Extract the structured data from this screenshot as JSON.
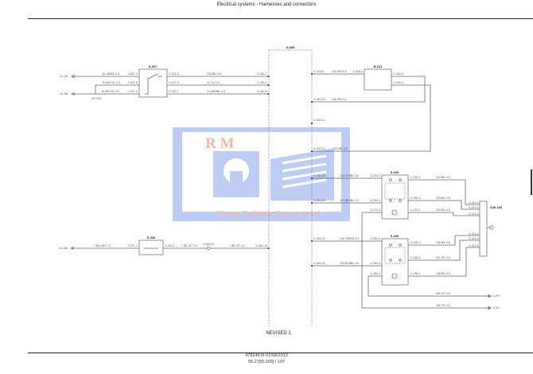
{
  "header": {
    "title": "Electrical systems - Harnesses and connectors"
  },
  "footer": {
    "doc_id": "47824916 07/08/2013",
    "page": "55.2 [55.100] / 107"
  },
  "sheet_note": "NEVISED  1",
  "watermark": {
    "brand": "R M",
    "tagline": "Cheap Reliable Guaranteed",
    "color": "#a9bdf0",
    "accent": "#f0a08a"
  },
  "labels": {
    "x005": "X-005",
    "s007": "S-007",
    "b011": "B-011",
    "s039": "S-039",
    "s040": "S-040",
    "s036": "S-036",
    "x40": "X40-100",
    "x1za": "X1-ZA",
    "x1zb": "X1-ZB",
    "sp035": "SP-035",
    "x1md": "X1-MD",
    "w44": "44 OB/BK 0.5",
    "w75": "75 WH/YE 0.5",
    "w80": "80 BK/YE 0.5",
    "p0273": "X-027-3",
    "p0276": "X-027-6",
    "p0272": "X-027-2",
    "p0275r": "X-027-5",
    "p0274r": "X-027-4",
    "p0271r": "X-027-1",
    "w235": "235 BK 0.5",
    "w11": "11 TQ 0.5",
    "w24": "24 WH/BK 0.5",
    "p4537": "X-453-7",
    "p4531": "X-453-1",
    "p4535": "X-453-5",
    "p4536": "X-453-6",
    "w230": "230 WH 0.5",
    "p3262": "X-326-2",
    "p3264": "X-326-4",
    "p3263": "X-326-3",
    "p45310": "X-453-10",
    "w230rd": "230 RD 0.5",
    "p45311": "X-453-11",
    "p45312": "X-453-12",
    "w231": "231 BK 0.5",
    "p45320": "X-453-20",
    "w240": "240 YE/BK 0.5",
    "p2501": "X-250-1",
    "p45321": "X-453-21",
    "w241": "241 BK/BK 0.5",
    "p2504": "X-250-4",
    "p2702": "X-270-2",
    "p2502": "X-250-2",
    "w224": "224 BK 0.5",
    "p2503": "X-250-3",
    "w225": "225 BK 0.5",
    "p2701": "X-270-1",
    "w226": "226 BK 0.5",
    "p4101": "X-410-1",
    "p4102": "X-410-2",
    "p4103": "X-410-3",
    "p4104": "X-410-4",
    "p4105": "X-410-5",
    "p4106": "X-410-6",
    "p45322": "X-453-22",
    "w242": "242 OR/BK 0.5",
    "p2601": "X-260-1",
    "p45323": "X-453-23",
    "w243": "243 BU/BK 0.5",
    "p2604": "X-260-4",
    "p2802": "X-280-2",
    "p2602": "X-260-2",
    "w236": "236 BK 0.5",
    "p2603": "X-260-3",
    "w237": "237 BK 0.5",
    "p2801": "X-280-1",
    "w238": "238 BK 0.5",
    "w280": "280 YE 0.5",
    "g1gh": "1-GH",
    "w290": "290 TE 0.5",
    "g1gu": "1-GU",
    "w7bd": "7 BD WH 1.0",
    "p2711": "X-271-1",
    "p2531": "X-253-1",
    "w7be": "7 BE WT 1.0",
    "p2001": "X-200-01",
    "w7bf": "7 BE YE 1.0",
    "p4536b": "X-453-16"
  }
}
